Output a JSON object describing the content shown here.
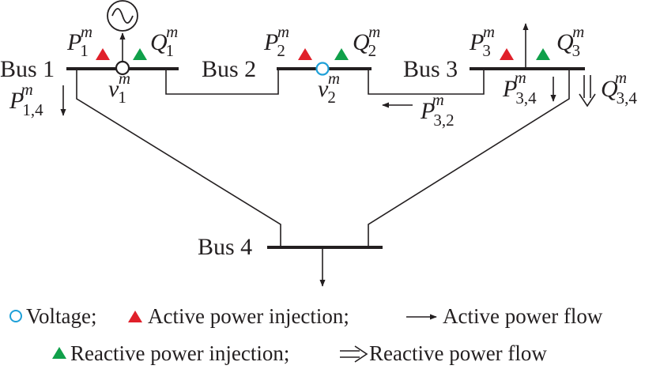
{
  "colors": {
    "ink": "#231f20",
    "active_injection": "#e0202a",
    "reactive_injection": "#10a04a",
    "voltage": "#1ea0d8"
  },
  "buses": {
    "bus1": "Bus 1",
    "bus2": "Bus 2",
    "bus3": "Bus 3",
    "bus4": "Bus 4"
  },
  "symbols": {
    "P": "P",
    "Q": "Q",
    "v": "v",
    "m": "m",
    "one": "1",
    "two": "2",
    "three": "3",
    "s14": "1,4",
    "s32": "3,2",
    "s34": "3,4"
  },
  "legend": {
    "voltage": "Voltage;",
    "active_injection": "Active power injection;",
    "active_flow": "Active power flow",
    "reactive_injection": "Reactive power injection;",
    "reactive_flow": "Reactive power flow"
  },
  "icons": {
    "generator": "sine-generator-icon",
    "voltage": "circle-icon",
    "active_injection": "red-triangle-icon",
    "reactive_injection": "green-triangle-icon",
    "active_flow": "single-arrow-icon",
    "reactive_flow": "double-arrow-icon"
  }
}
